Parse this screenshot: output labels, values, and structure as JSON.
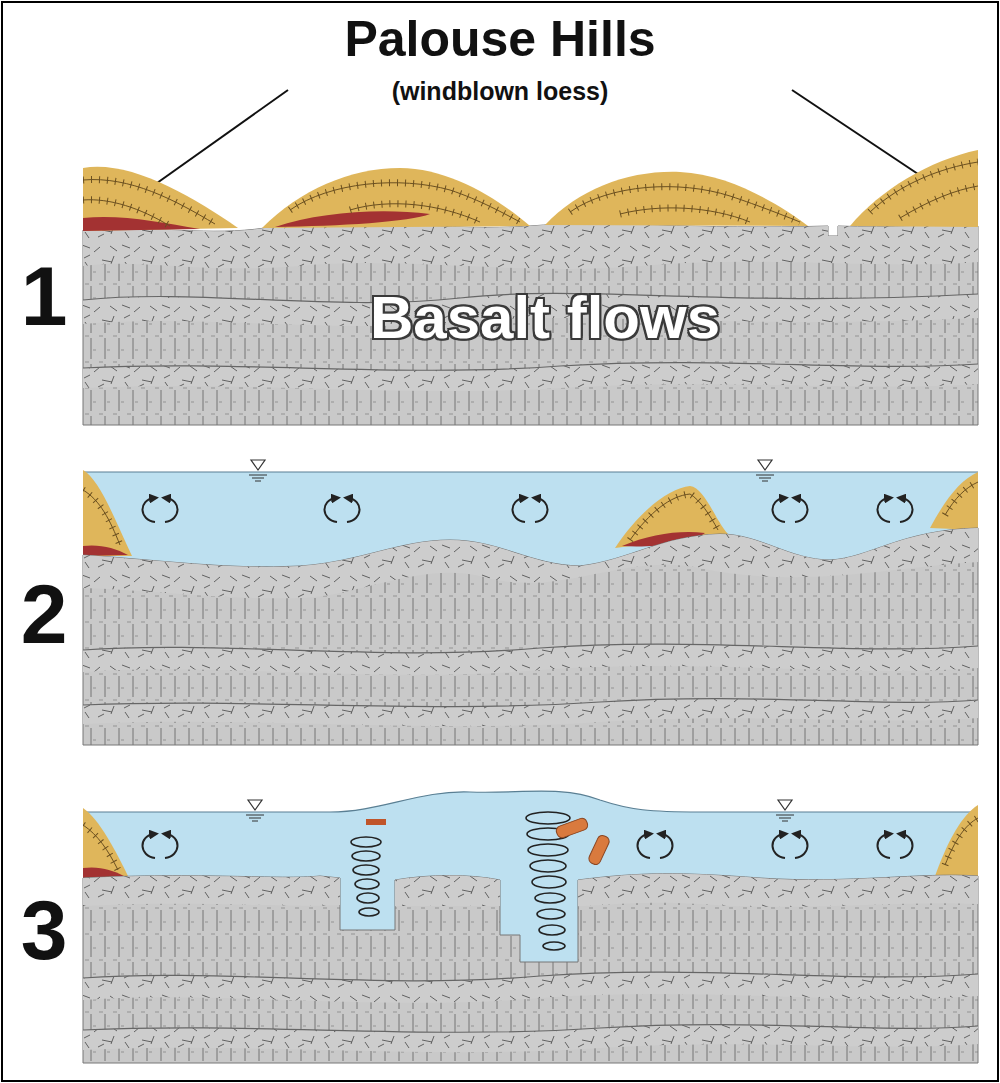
{
  "diagram": {
    "labels": [
      "Palouse Hills",
      "(windblown loess)",
      "1",
      "Basalt flows",
      "2",
      "3"
    ]
  }
}
